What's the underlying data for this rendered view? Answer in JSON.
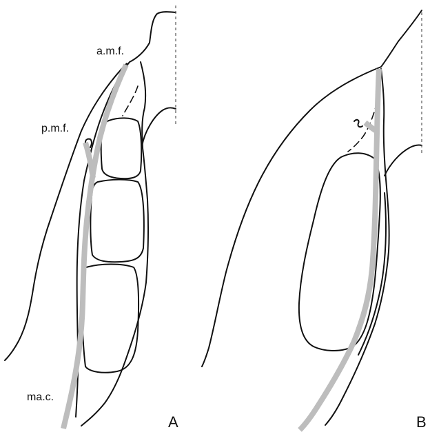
{
  "labels": {
    "amf": "a.m.f.",
    "pmf": "p.m.f.",
    "mac": "ma.c."
  },
  "panels": {
    "a": "A",
    "b": "B"
  },
  "colors": {
    "outline": "#111111",
    "canal": "#bdbdbd",
    "background": "#ffffff"
  }
}
